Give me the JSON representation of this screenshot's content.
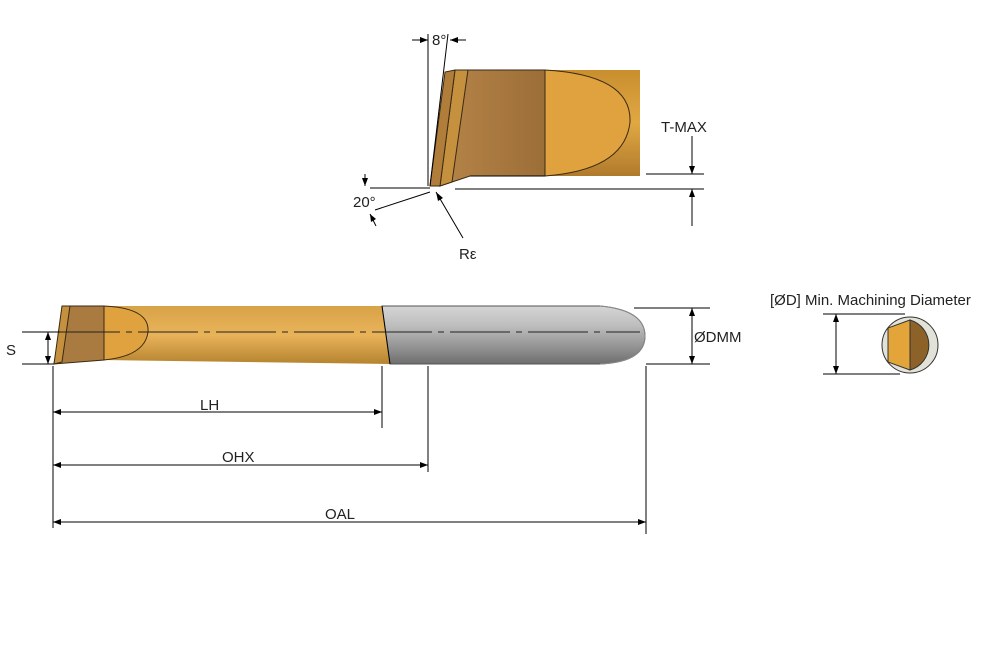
{
  "labels": {
    "angle_top": "8°",
    "angle_side": "20°",
    "corner_radius": "Rε",
    "t_max": "T-MAX",
    "shank_diameter": "ØDMM",
    "step": "S",
    "head_length": "LH",
    "overhang": "OHX",
    "overall_length": "OAL",
    "min_diameter": "[ØD] Min. Machining Diameter"
  },
  "colors": {
    "gold_light": "#E0A843",
    "gold_mid": "#C98E2E",
    "gold_dark": "#8C6228",
    "bronze": "#A87A3F",
    "steel_light": "#D8D8D8",
    "steel_mid": "#A8A8A8",
    "steel_dark": "#6E6E6E",
    "outline": "#3A2A14"
  }
}
